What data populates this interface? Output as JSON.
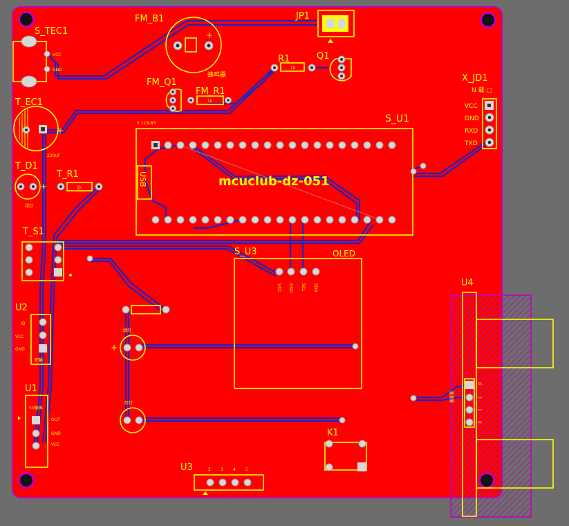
{
  "board": {
    "colors": {
      "background": "#6d6d6d",
      "copper": "#ff0000",
      "outline": "#c000c0",
      "silkscreen": "#ffff00",
      "trace": "#1a24c8",
      "pad": "#d8d8d8"
    }
  },
  "components": {
    "s_tec1": {
      "ref": "S_TEC1",
      "pins": [
        "VCC",
        "GND"
      ]
    },
    "fm_b1": {
      "ref": "FM_B1",
      "note": "蜂鸣器"
    },
    "jp1": {
      "ref": "JP1"
    },
    "r1": {
      "ref": "R1",
      "value": "1k"
    },
    "q1": {
      "ref": "Q1"
    },
    "fm_q1": {
      "ref": "FM_Q1"
    },
    "fm_r1": {
      "ref": "FM_R1",
      "value": "1k"
    },
    "x_jd1": {
      "ref": "X_JD1",
      "note": "N 载 □",
      "pins": [
        "VCC",
        "GND",
        "RXD",
        "TXD"
      ]
    },
    "t_ec1": {
      "ref": "T_EC1",
      "value": "220uF"
    },
    "t_d1": {
      "ref": "T_D1",
      "note": "绿灯"
    },
    "t_r1": {
      "ref": "T_R1",
      "value": "1k"
    },
    "s_u1": {
      "ref": "S_U1",
      "title": "mcuclub-dz-051",
      "usb": "USB",
      "header_top": "5  11B-B3"
    },
    "t_s1": {
      "ref": "T_S1"
    },
    "s_u3": {
      "ref": "S_U3",
      "oled": "OLED",
      "pins": [
        "VCC",
        "GND",
        "SCL",
        "SDA"
      ]
    },
    "u2": {
      "ref": "U2",
      "pins": [
        "IO",
        "VCC",
        "GND"
      ],
      "note": "蛇蜗"
    },
    "u4": {
      "ref": "U4",
      "note": "温湿度",
      "pins": [
        "G",
        "3",
        "1",
        "0"
      ]
    },
    "led_green": {
      "note": "绿灯"
    },
    "led_red": {
      "note": "红灯"
    },
    "k1": {
      "ref": "K1"
    },
    "u1": {
      "ref": "U1",
      "note": "5V输出",
      "pins": [
        "OUT",
        "GND",
        "VCC"
      ]
    },
    "u3": {
      "ref": "U3",
      "pins": [
        "2",
        "3",
        "4",
        "5"
      ]
    }
  }
}
